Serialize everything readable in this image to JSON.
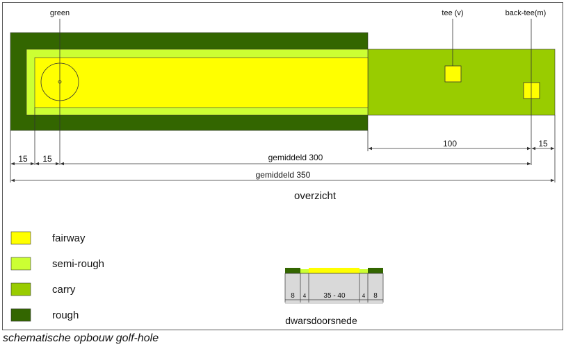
{
  "colors": {
    "fairway": "#ffff00",
    "semi_rough": "#ccff33",
    "carry": "#99cc00",
    "rough": "#336600",
    "cross_section_fill": "#d9d9d9"
  },
  "labels": {
    "green": "green",
    "tee_v": "tee (v)",
    "back_tee": "back-tee(m)",
    "dim_100": "100",
    "dim_15_right": "15",
    "dim_15_left_a": "15",
    "dim_15_left_b": "15",
    "avg_300": "gemiddeld 300",
    "avg_350": "gemiddeld 350",
    "overview": "overzicht"
  },
  "legend": [
    {
      "name": "fairway",
      "label": "fairway"
    },
    {
      "name": "semi-rough",
      "label": "semi-rough"
    },
    {
      "name": "carry",
      "label": "carry"
    },
    {
      "name": "rough",
      "label": "rough"
    }
  ],
  "cross_section": {
    "title": "dwarsdoorsnede",
    "segments": [
      "8",
      "4",
      "35 - 40",
      "4",
      "8"
    ]
  },
  "caption": "schematische opbouw golf-hole"
}
